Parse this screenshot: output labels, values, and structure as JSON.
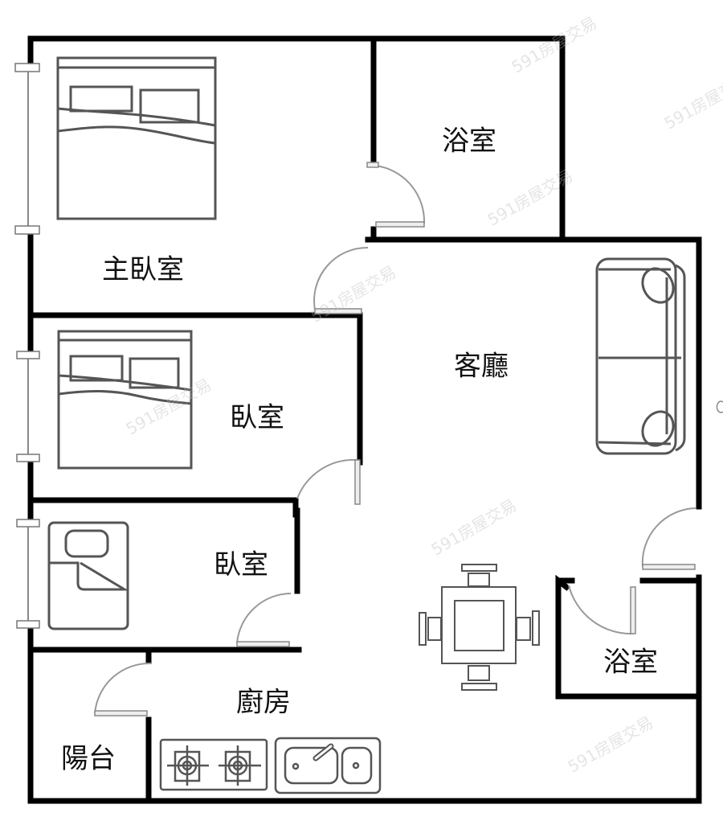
{
  "floorplan": {
    "rooms": {
      "master_bedroom": "主臥室",
      "bathroom_1": "浴室",
      "living_room": "客廳",
      "bedroom_2": "臥室",
      "bedroom_3": "臥室",
      "bathroom_2": "浴室",
      "kitchen": "廚房",
      "balcony": "陽台"
    },
    "watermark": "591房屋交易",
    "colors": {
      "wall": "#000000",
      "furniture": "#555555",
      "door": "#999999",
      "background": "#ffffff"
    }
  }
}
